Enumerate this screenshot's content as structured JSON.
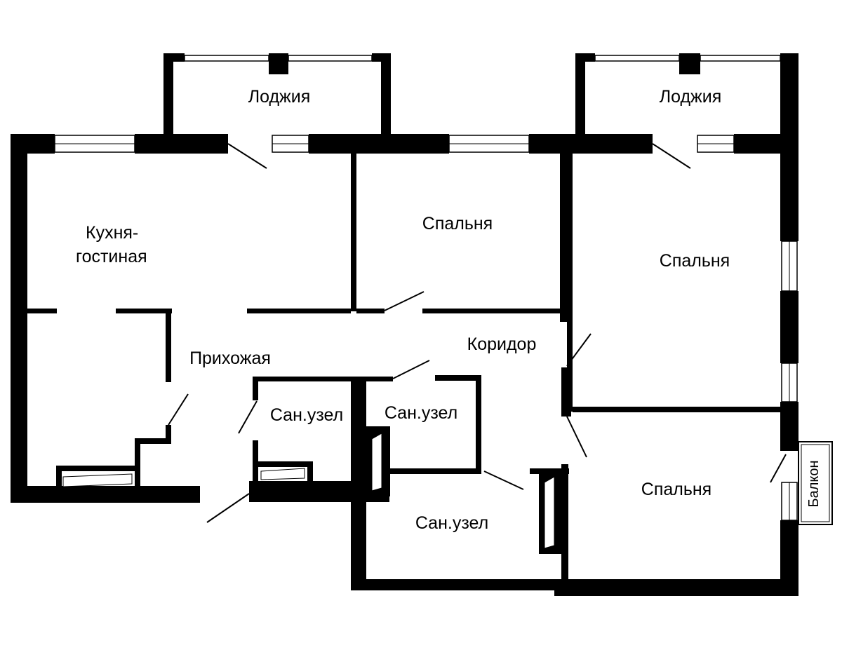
{
  "plan": {
    "rooms": {
      "loggia_left": "Лоджия",
      "loggia_right": "Лоджия",
      "kitchen_line1": "Кухня-",
      "kitchen_line2": "гостиная",
      "bedroom_top": "Спальня",
      "bedroom_right": "Спальня",
      "bedroom_bottom": "Спальня",
      "hallway": "Прихожая",
      "corridor": "Коридор",
      "bathroom_1": "Сан.узел",
      "bathroom_2": "Сан.узел",
      "bathroom_3": "Сан.узел",
      "balcony": "Балкон"
    }
  }
}
